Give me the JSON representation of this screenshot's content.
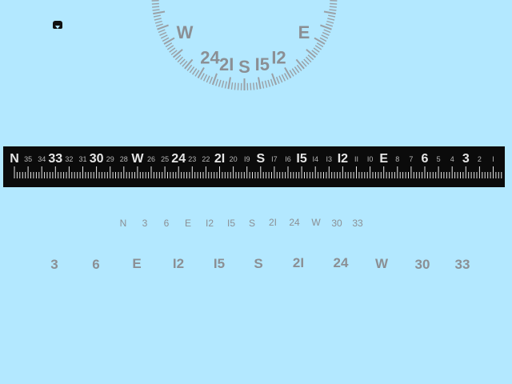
{
  "indicator_icon": "cursor-marker-icon",
  "colors": {
    "background": "#b3e8ff",
    "dial_text": "#8b8f94",
    "dial_ticks": "#9aa0a6",
    "tape_background": "#0b0b0b",
    "tape_text": "#e6e6e6",
    "tape_small_text": "#b8b8b8",
    "row_text": "#8b8f94"
  },
  "dial": {
    "labels": [
      "W",
      "24",
      "2I",
      "S",
      "I5",
      "I2",
      "E"
    ]
  },
  "tape": {
    "labels": [
      "N",
      "35",
      "34",
      "33",
      "32",
      "31",
      "30",
      "29",
      "28",
      "W",
      "26",
      "25",
      "24",
      "23",
      "22",
      "2I",
      "20",
      "I9",
      "S",
      "I7",
      "I6",
      "I5",
      "I4",
      "I3",
      "I2",
      "II",
      "I0",
      "E",
      "8",
      "7",
      "6",
      "5",
      "4",
      "3",
      "2",
      "I"
    ]
  },
  "small_row": {
    "labels": [
      "N",
      "3",
      "6",
      "E",
      "I2",
      "I5",
      "S",
      "2I",
      "24",
      "W",
      "30",
      "33"
    ]
  },
  "large_row": {
    "labels": [
      "3",
      "6",
      "E",
      "I2",
      "I5",
      "S",
      "2I",
      "24",
      "W",
      "30",
      "33"
    ]
  }
}
